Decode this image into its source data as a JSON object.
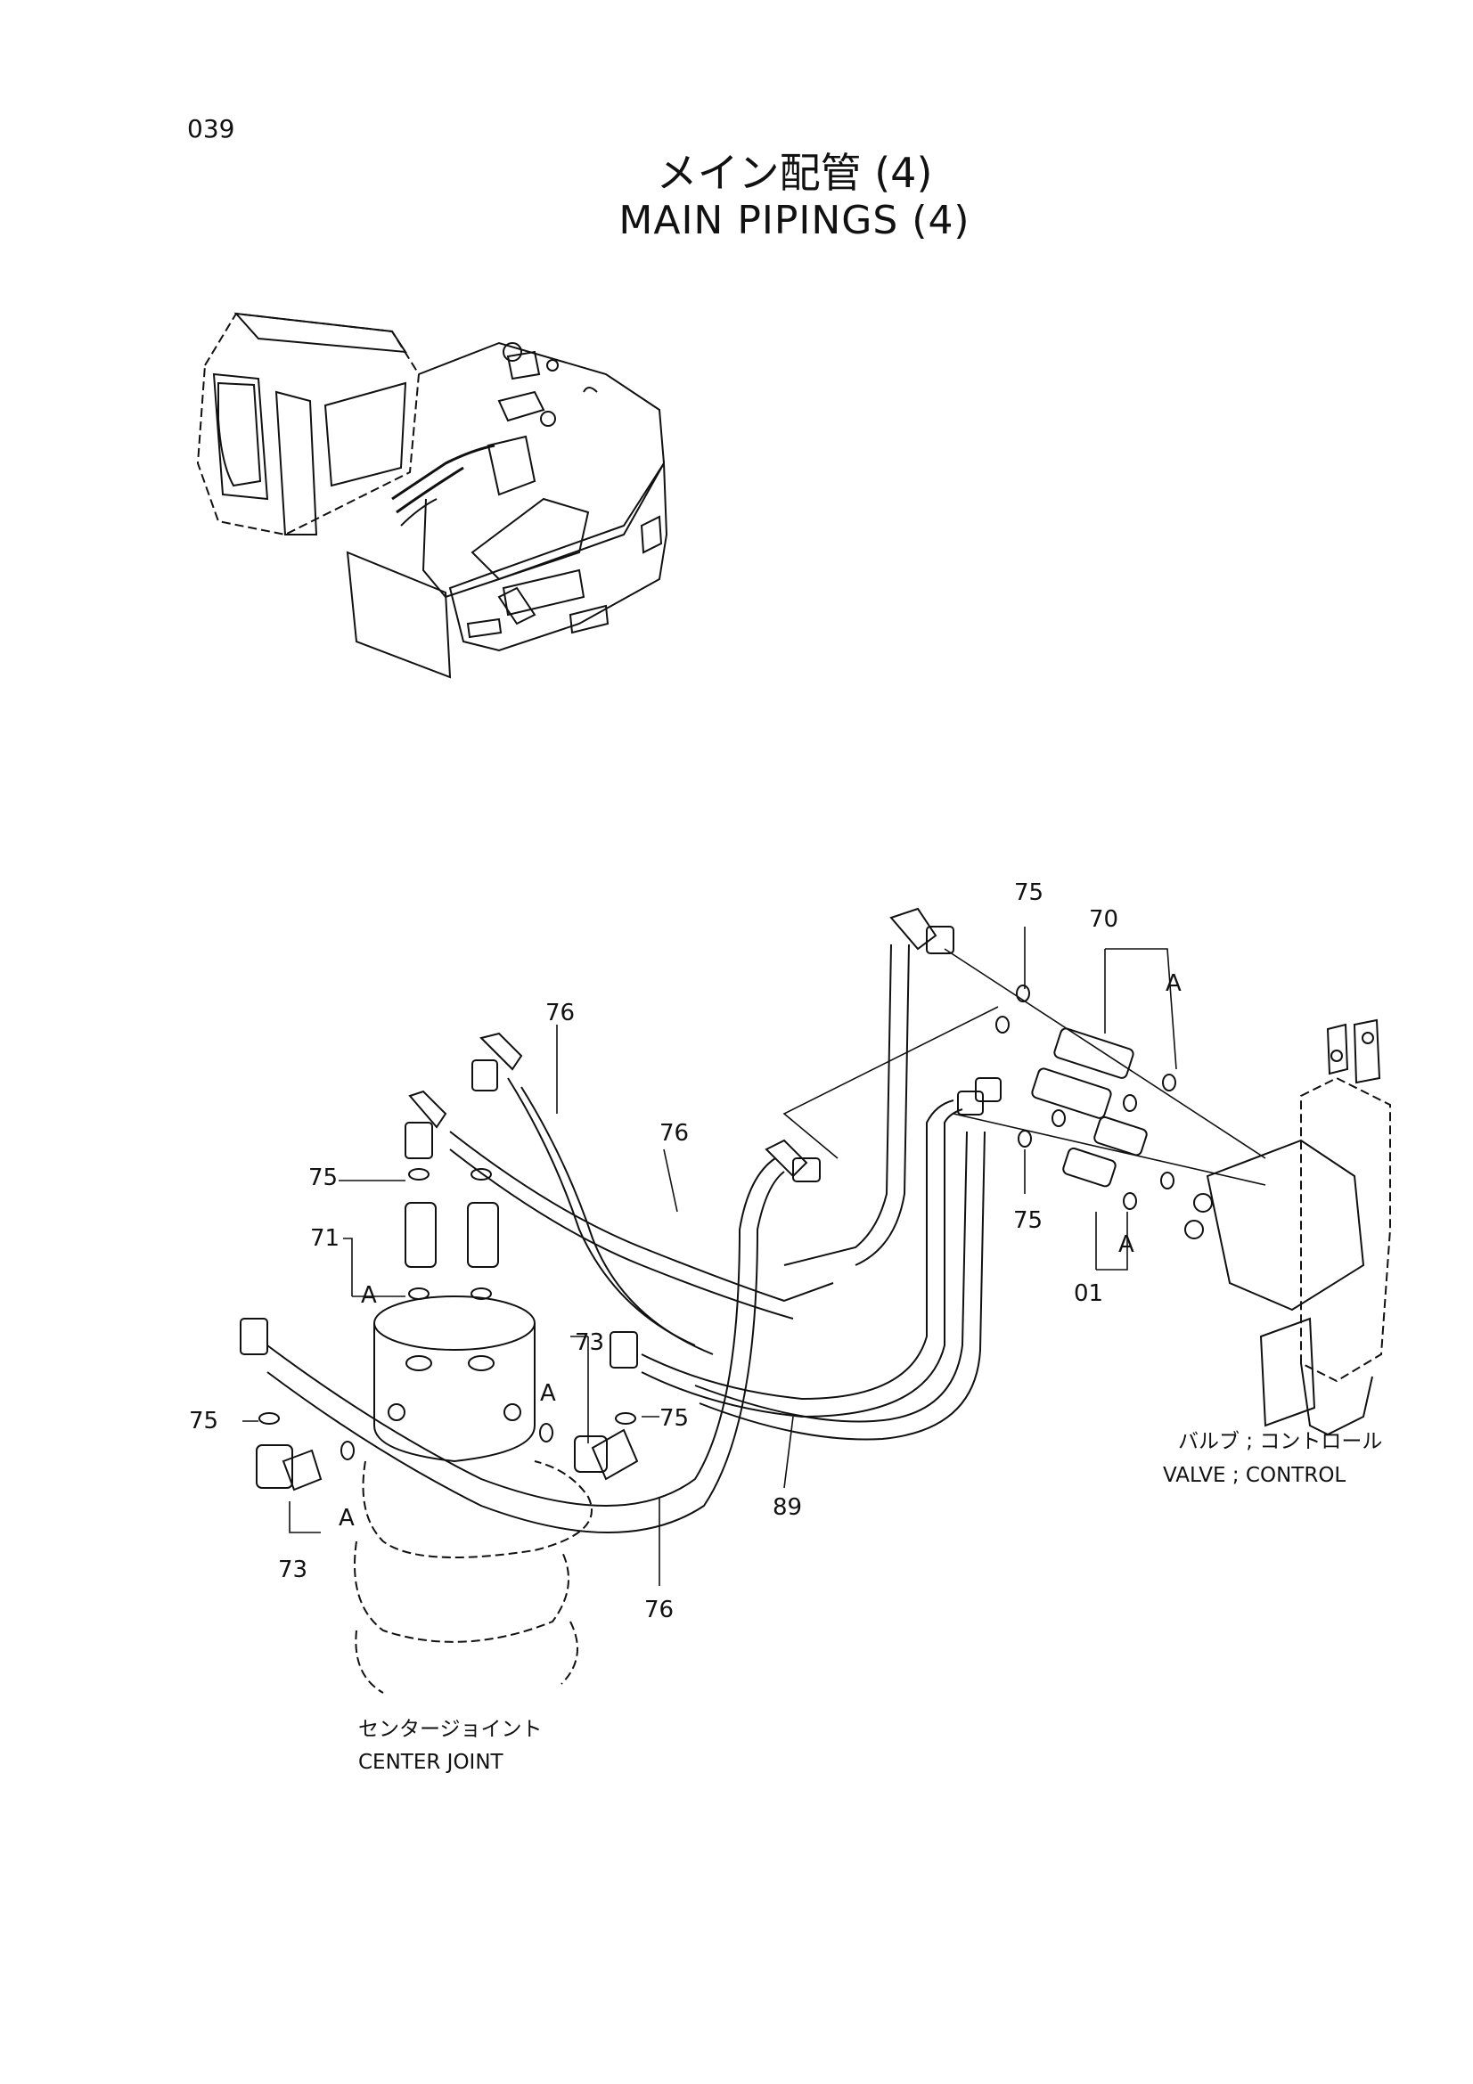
{
  "page": {
    "number": "039"
  },
  "title": {
    "jp": "メイン配管 (4)",
    "en": "MAIN PIPINGS (4)"
  },
  "callouts": [
    {
      "id": "c75a",
      "text": "75"
    },
    {
      "id": "c70",
      "text": "70"
    },
    {
      "id": "cA1",
      "text": "A"
    },
    {
      "id": "c76a",
      "text": "76"
    },
    {
      "id": "c76b",
      "text": "76"
    },
    {
      "id": "c75b",
      "text": "75"
    },
    {
      "id": "c75c",
      "text": "75"
    },
    {
      "id": "c71",
      "text": "71"
    },
    {
      "id": "cA2",
      "text": "A"
    },
    {
      "id": "cA3",
      "text": "A"
    },
    {
      "id": "c01",
      "text": "01"
    },
    {
      "id": "c73a",
      "text": "73"
    },
    {
      "id": "cA4",
      "text": "A"
    },
    {
      "id": "c75d",
      "text": "75"
    },
    {
      "id": "c75e",
      "text": "75"
    },
    {
      "id": "cA5",
      "text": "A"
    },
    {
      "id": "c73b",
      "text": "73"
    },
    {
      "id": "c89",
      "text": "89"
    },
    {
      "id": "c76c",
      "text": "76"
    }
  ],
  "labels": {
    "valve_jp": "バルブ ; コントロール",
    "valve_en": "VALVE ; CONTROL",
    "joint_jp": "センタージョイント",
    "joint_en": "CENTER JOINT"
  }
}
